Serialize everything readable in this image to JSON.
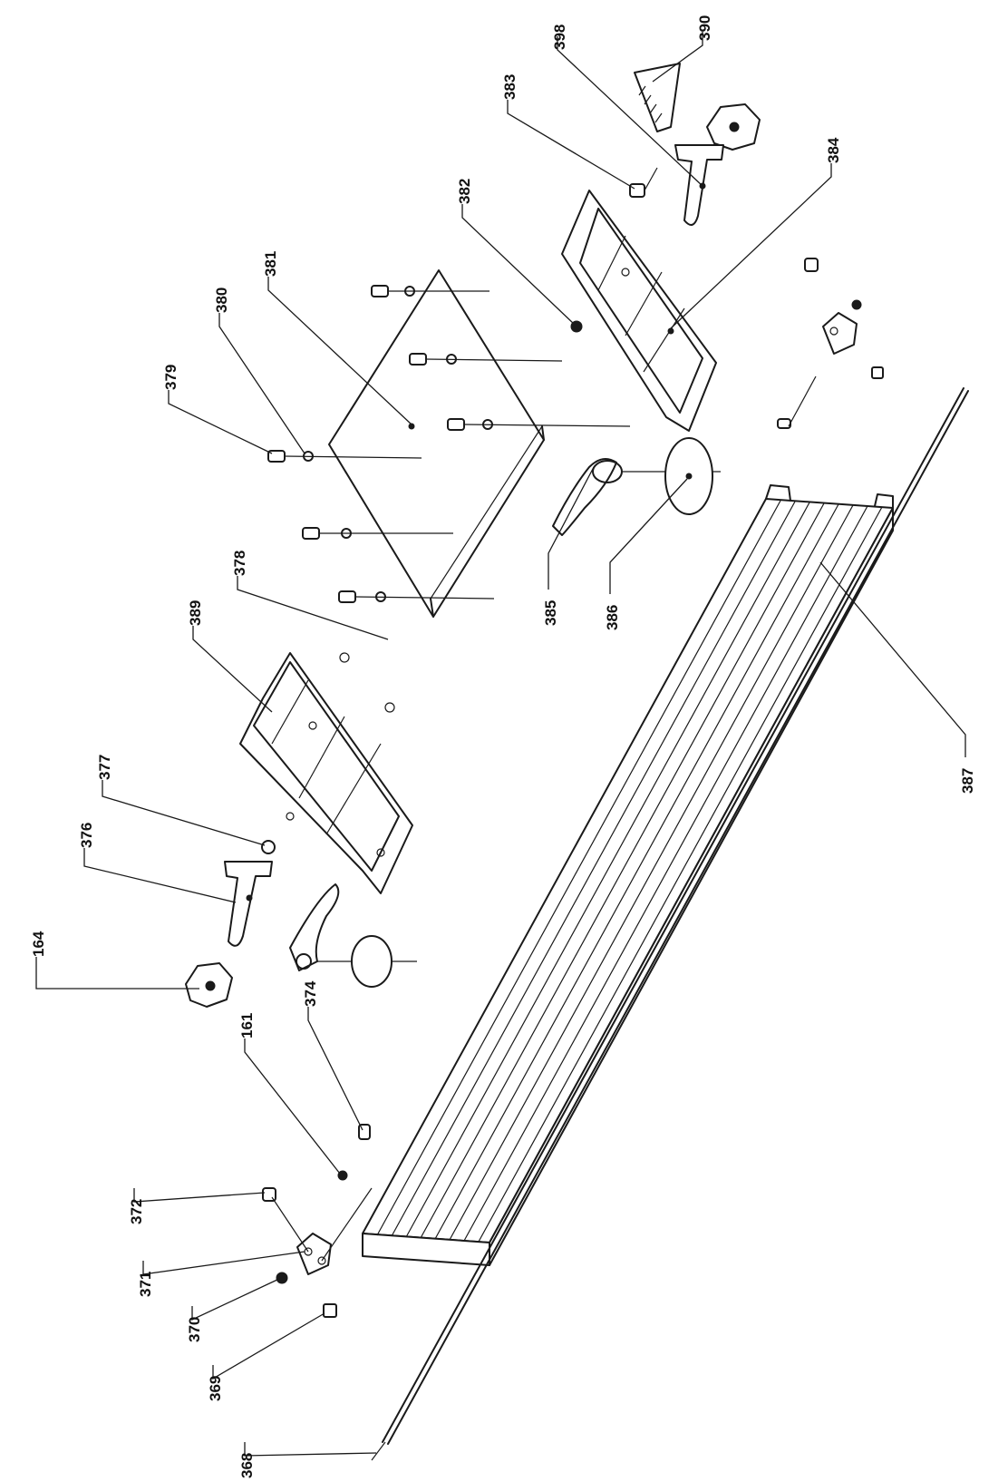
{
  "callouts": {
    "c164": "164",
    "c376": "376",
    "c377": "377",
    "c378": "378",
    "c379": "379",
    "c380": "380",
    "c381": "381",
    "c382": "382",
    "c383": "383",
    "c384": "384",
    "c385": "385",
    "c386": "386",
    "c387": "387",
    "c389": "389",
    "c390": "390",
    "c398": "398",
    "c161": "161",
    "c368": "368",
    "c369": "369",
    "c370": "370",
    "c371": "371",
    "c372": "372",
    "c374": "374"
  },
  "colors": {
    "line": "#1a1a1a",
    "background": "#ffffff"
  }
}
